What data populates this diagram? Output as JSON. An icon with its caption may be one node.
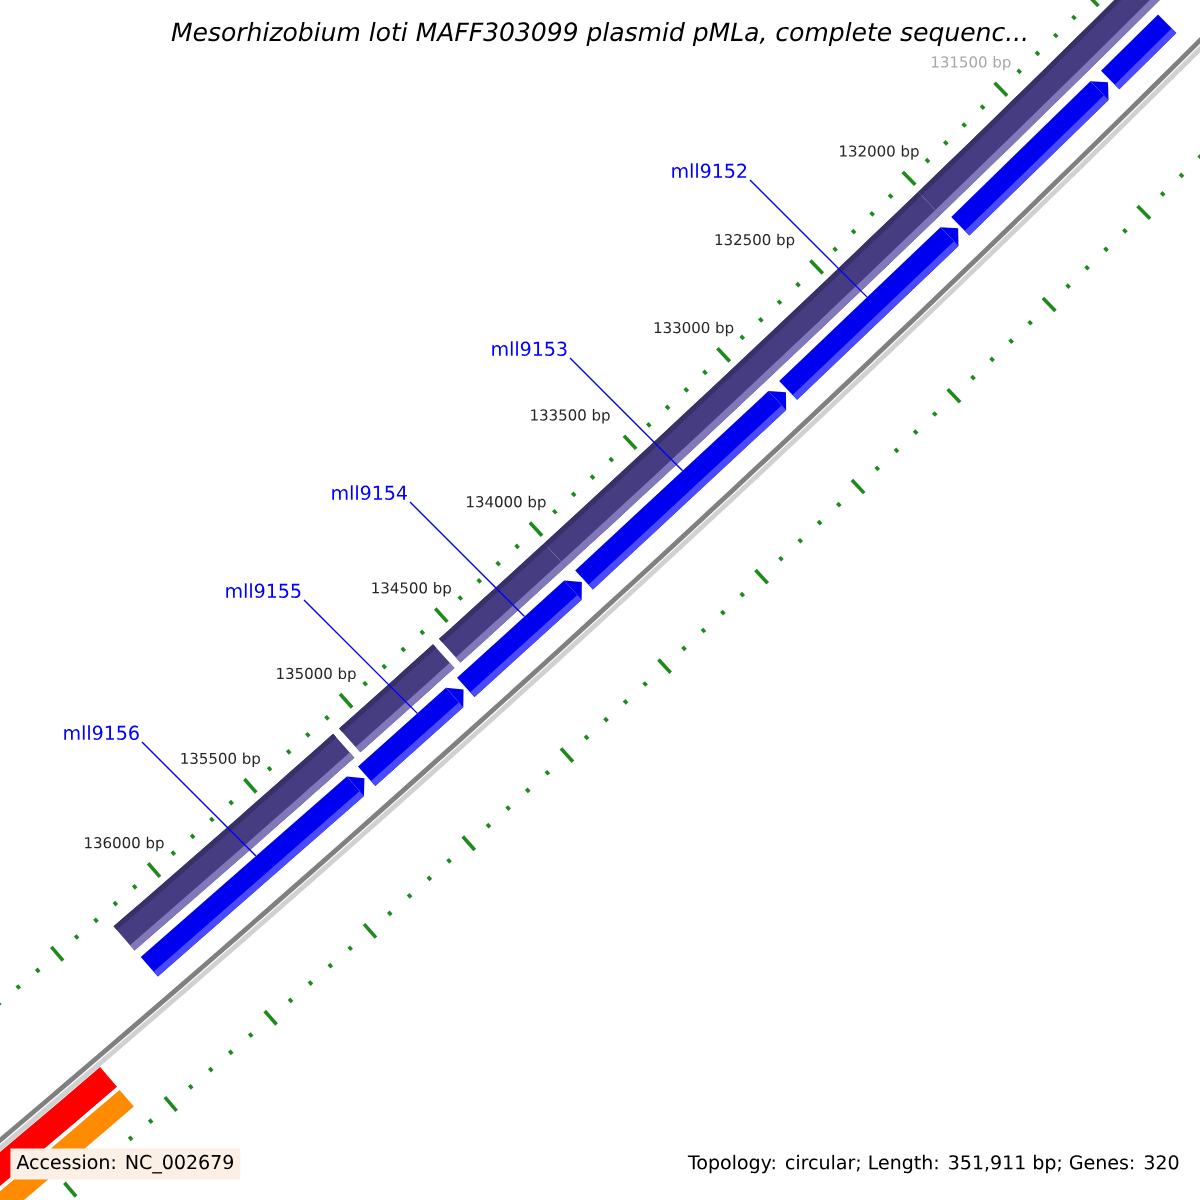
{
  "diagram": {
    "title": "Mesorhizobium loti MAFF303099 plasmid pMLa, complete sequenc...",
    "nodes": [
      {
        "text": [
          "mll9152"
        ]
      },
      {
        "text": [
          "mll9153"
        ]
      },
      {
        "text": [
          "mll9154"
        ]
      },
      {
        "text": [
          "mll9155"
        ]
      },
      {
        "text": [
          "mll9156"
        ]
      },
      {
        "text": [],
        "shape": "bar"
      },
      {
        "text": [],
        "shape": "bar"
      },
      {
        "text": [],
        "shape": "bar"
      },
      {
        "text": [],
        "shape": "bar"
      },
      {
        "text": [],
        "shape": "bar"
      },
      {
        "text": [],
        "shape": "bar"
      },
      {
        "text": [],
        "shape": "bar"
      }
    ],
    "edges": [
      {
        "from": 0,
        "to": 9,
        "arrow": "none"
      },
      {
        "from": 1,
        "to": 8,
        "arrow": "none"
      },
      {
        "from": 2,
        "to": 7,
        "arrow": "none"
      },
      {
        "from": 3,
        "to": 6,
        "arrow": "none"
      },
      {
        "from": 4,
        "to": 5,
        "arrow": "none"
      }
    ],
    "labels": [
      "131500 bp",
      "132000 bp",
      "132500 bp",
      "133000 bp",
      "133500 bp",
      "134000 bp",
      "134500 bp",
      "135000 bp",
      "135500 bp",
      "136000 bp",
      "Accession: NC_002679",
      "Topology: circular; Length: 351,911 bp; Genes: 320"
    ]
  }
}
